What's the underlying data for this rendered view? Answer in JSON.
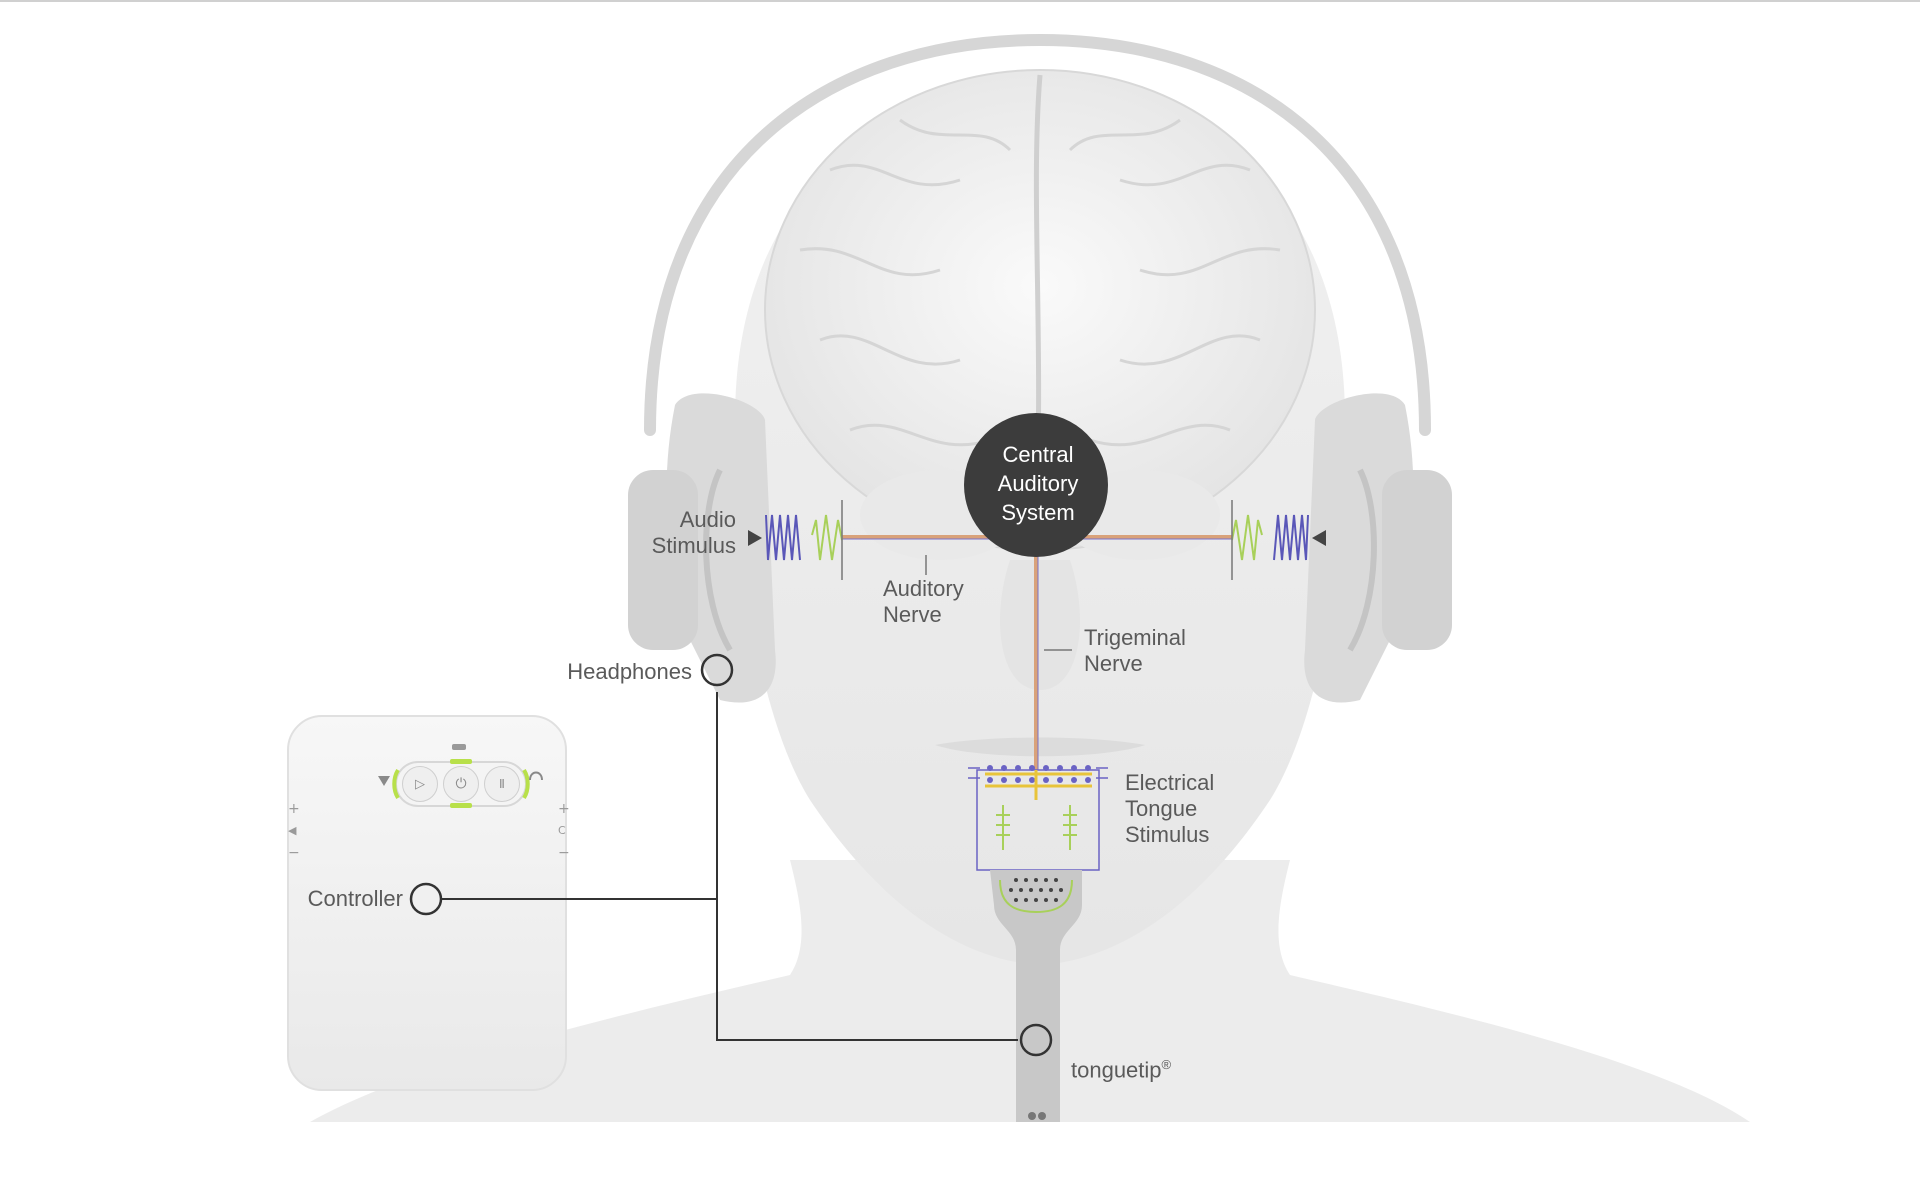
{
  "labels": {
    "hub": "Central\nAuditory\nSystem",
    "audio_stimulus": "Audio\nStimulus",
    "auditory_nerve": "Auditory\nNerve",
    "trigeminal_nerve": "Trigeminal\nNerve",
    "headphones": "Headphones",
    "electrical_tongue_stimulus": "Electrical\nTongue\nStimulus",
    "controller": "Controller",
    "tonguetip": "tonguetip",
    "tonguetip_mark": "®"
  },
  "controller_device": {
    "buttons": [
      {
        "name": "play",
        "glyph": "▷"
      },
      {
        "name": "power",
        "glyph": "⏻"
      },
      {
        "name": "pause",
        "glyph": "Ⅱ"
      }
    ],
    "left_side": [
      "+",
      "◀",
      "−"
    ],
    "right_side": [
      "+",
      "C",
      "−"
    ]
  },
  "colors": {
    "hub": "#3c3c3c",
    "audio_wave_blue": "#5a57b8",
    "audio_wave_green": "#a8d05a",
    "nerve_orange": "#d9a27a",
    "electrode_yellow": "#e8c43a",
    "electrode_purple": "#6a63c4",
    "callout_line": "#333333",
    "device_light": "#b8e04a"
  }
}
